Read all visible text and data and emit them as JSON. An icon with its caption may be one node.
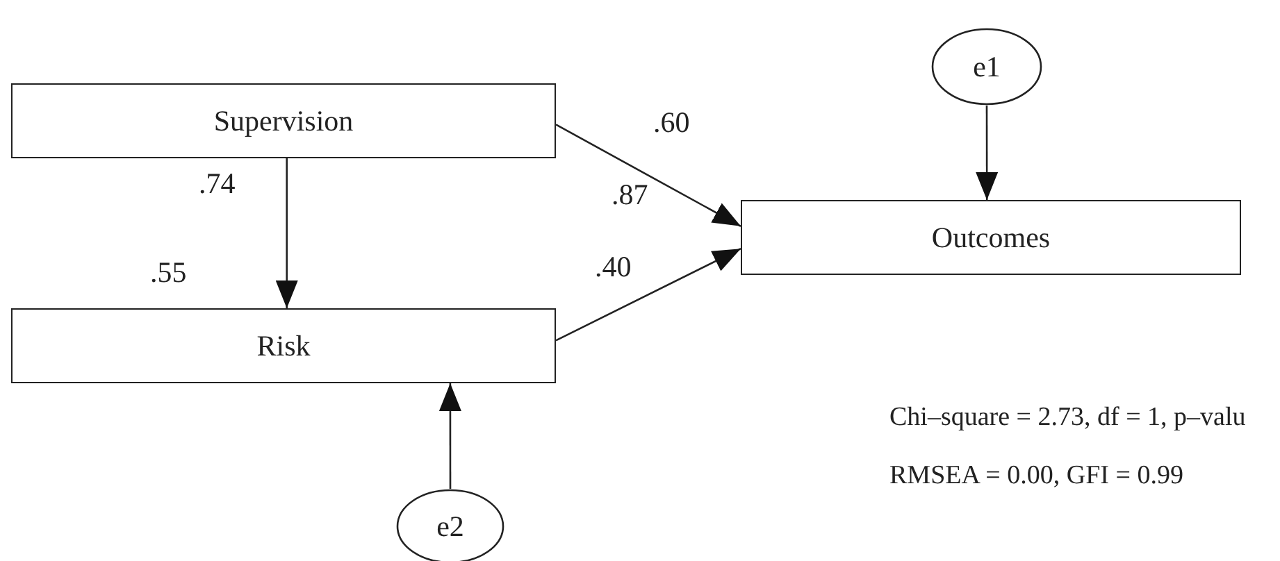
{
  "diagram": {
    "nodes": [
      {
        "text": [
          "Supervision"
        ]
      },
      {
        "text": [
          "Risk"
        ],
        "beside": [
          ".55"
        ]
      },
      {
        "text": [
          "Outcomes"
        ],
        "beside": [
          ".87"
        ]
      },
      {
        "text": [
          "e1"
        ]
      },
      {
        "text": [
          "e2"
        ]
      }
    ],
    "edges": [
      {
        "from": 0,
        "to": 1,
        "arrow": "to",
        "label": ".74"
      },
      {
        "from": 0,
        "to": 2,
        "arrow": "to",
        "label": ".60"
      },
      {
        "from": 1,
        "to": 2,
        "arrow": "to",
        "label": ".40"
      },
      {
        "from": 3,
        "to": 2,
        "arrow": "to"
      },
      {
        "from": 4,
        "to": 1,
        "arrow": "to"
      }
    ],
    "labels": [
      "Chi–square = 2.73, df = 1, p–valu",
      "RMSEA = 0.00, GFI = 0.99"
    ]
  }
}
